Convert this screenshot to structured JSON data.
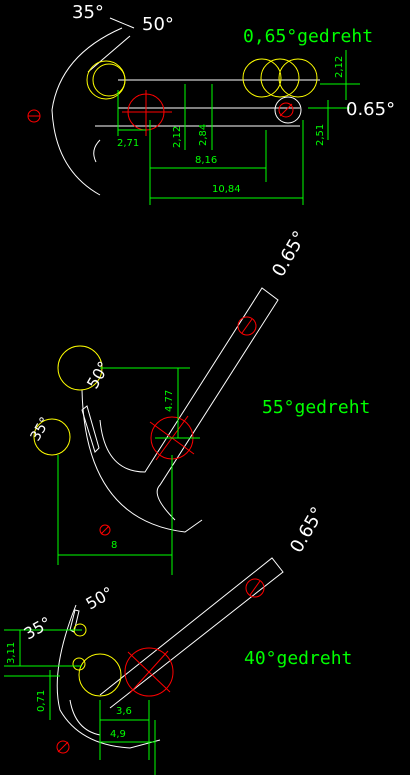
{
  "colors": {
    "background": "#000000",
    "line_white": "#ffffff",
    "dimension_green": "#00ff00",
    "circle_yellow": "#ffff00",
    "circle_red": "#ff0000"
  },
  "panel_top": {
    "title": "0,65°gedreht",
    "angle_35": "35°",
    "angle_50": "50°",
    "angle_065": "0.65°",
    "dims": {
      "d271": "2,71",
      "d212a": "2,12",
      "d284": "2,84",
      "d816": "8,16",
      "d1084": "10,84",
      "d212b": "2,12",
      "d251": "2,51"
    }
  },
  "panel_mid": {
    "title": "55°gedreht",
    "angle_065": "0.65°",
    "angle_50": "50°",
    "angle_35": "35°",
    "dims": {
      "d477": "4.77",
      "d8": "8"
    }
  },
  "panel_bot": {
    "title": "40°gedreht",
    "angle_065": "0.65°",
    "angle_50": "50°",
    "angle_35": "35°",
    "dims": {
      "d311": "3,11",
      "d071": "0,71",
      "d36": "3,6",
      "d49": "4,9"
    }
  }
}
